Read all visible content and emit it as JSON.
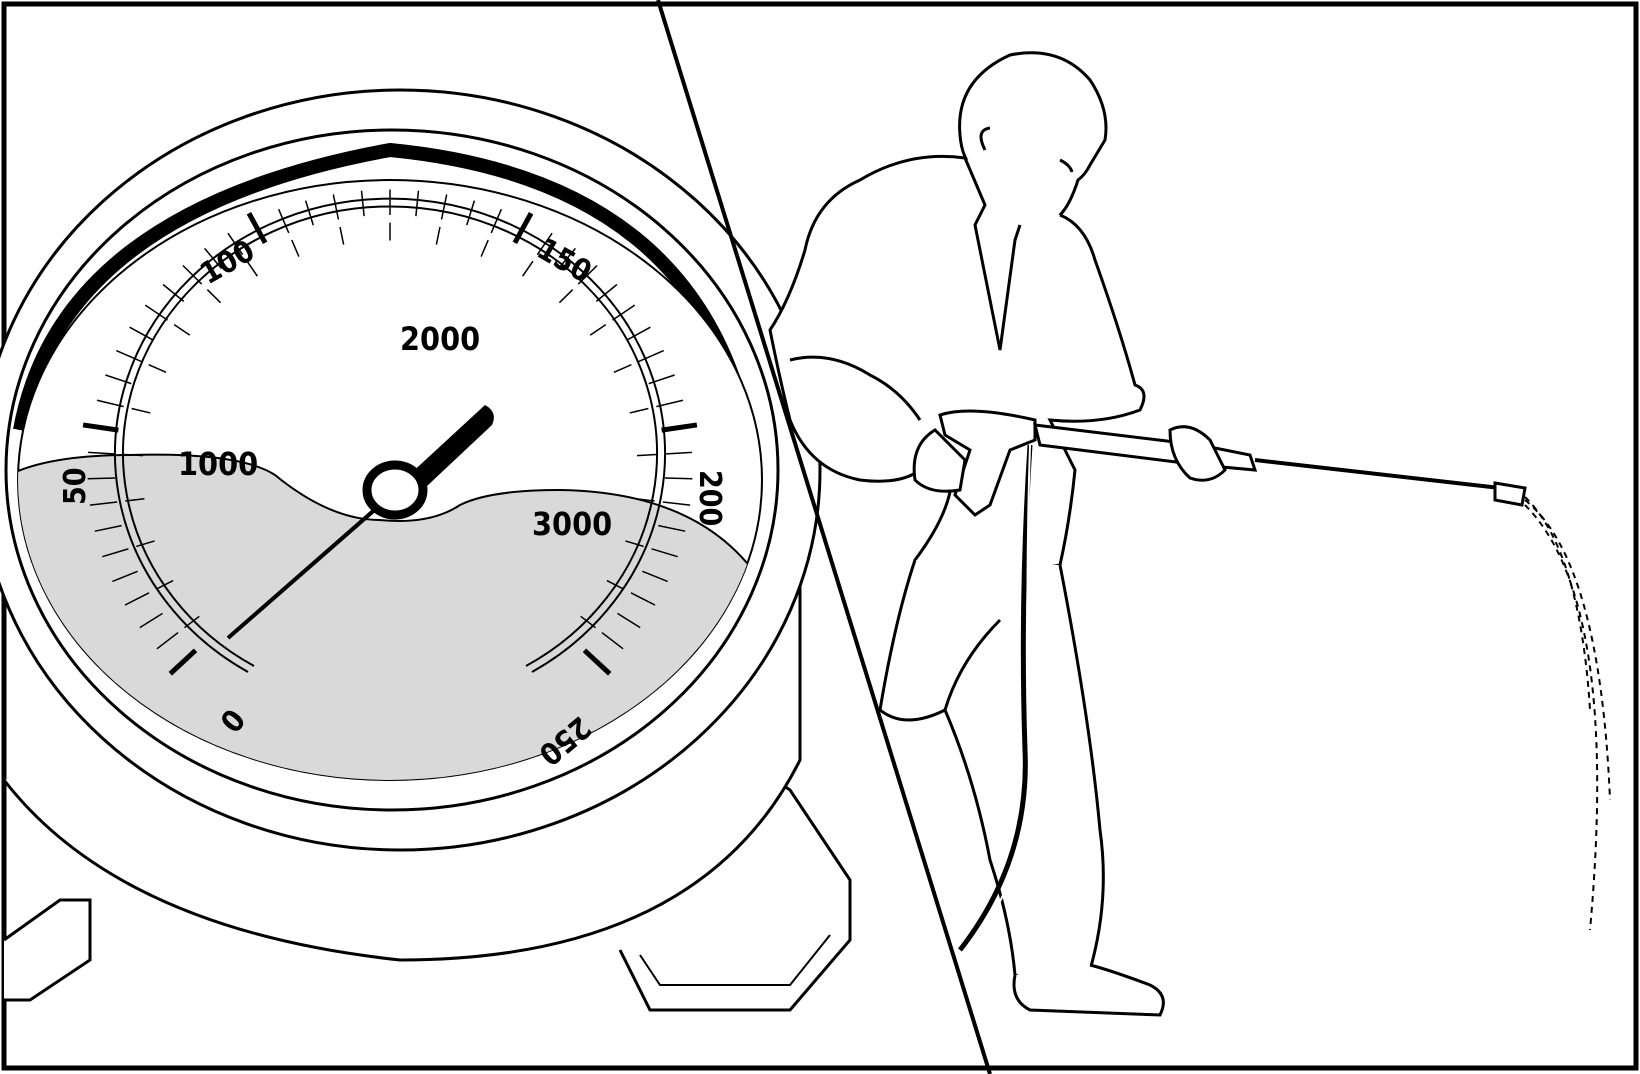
{
  "figure": {
    "description": "Pressure gauge close-up and man operating a pressure washer",
    "left_panel": "pressure-gauge",
    "right_panel": "man-spraying-pressure-washer"
  },
  "gauge": {
    "outer_scale_labels": [
      "0",
      "50",
      "100",
      "150",
      "200",
      "250"
    ],
    "inner_scale_labels": [
      "1000",
      "2000",
      "3000"
    ],
    "label_0": "0",
    "label_50": "50",
    "label_100": "100",
    "label_150": "150",
    "label_200": "200",
    "label_250": "250",
    "label_1000": "1000",
    "label_2000": "2000",
    "label_3000": "3000",
    "fill_color": "#d9d9d9"
  },
  "colors": {
    "line": "#000000",
    "background": "#ffffff",
    "liquid": "#d9d9d9"
  }
}
